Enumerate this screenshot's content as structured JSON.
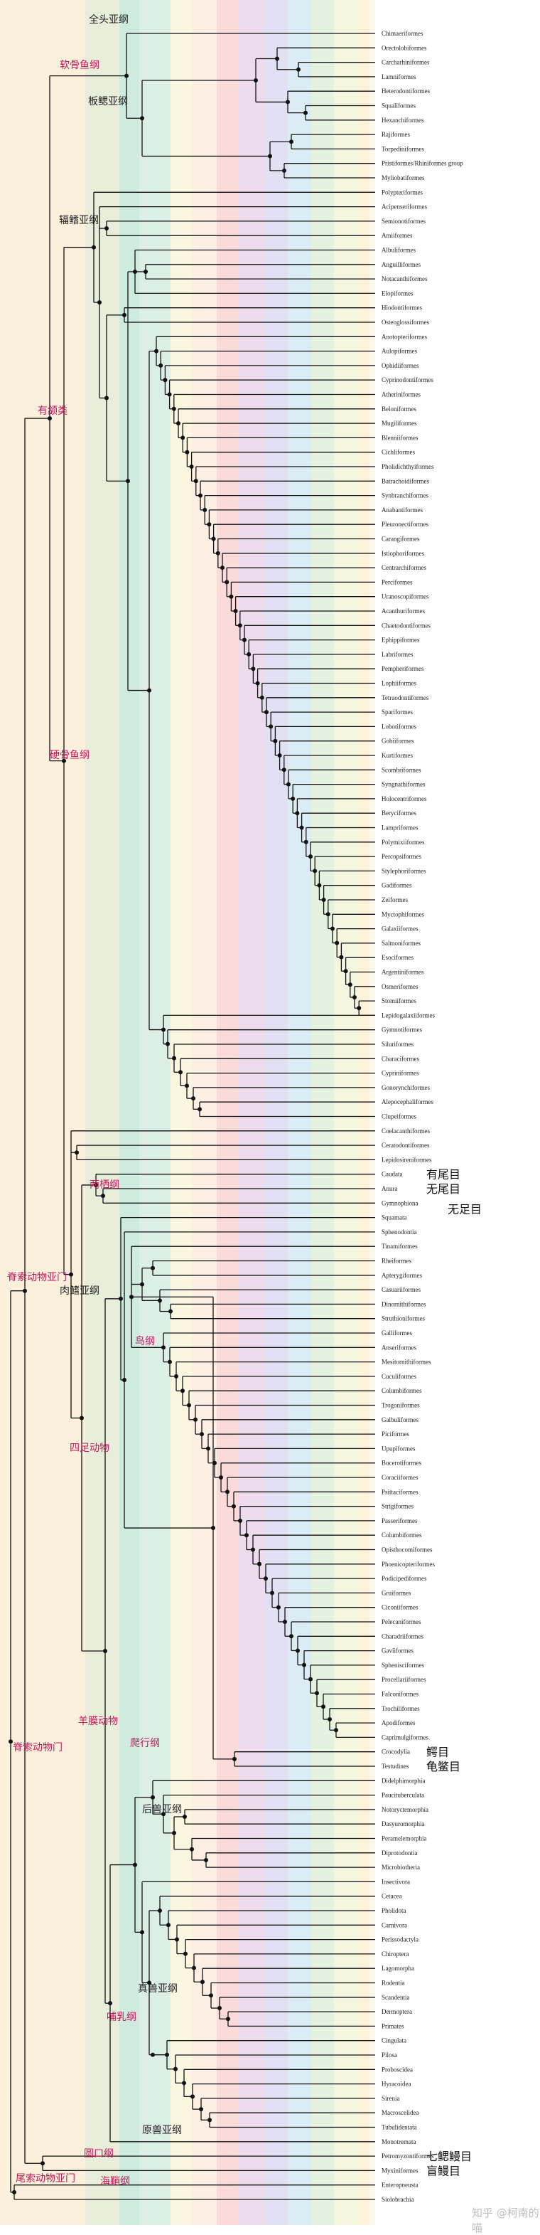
{
  "band_colors": [
    "#fbf0dc",
    "#e9eedb",
    "#cfeadf",
    "#dcefe6",
    "#fbf6e0",
    "#fdefe4",
    "#fbdada",
    "#eddbee",
    "#e1e1f3",
    "#dcecf4",
    "#e4f2df",
    "#f4f6df",
    "#fcf3d8",
    "#fef8ec",
    "#ffffff"
  ],
  "taxa": [
    "Chimaeriformes",
    "Orectolobiformes",
    "Carcharhiniformes",
    "Lamniformes",
    "Heterodontiformes",
    "Squaliformes",
    "Hexanchiformes",
    "Rajiformes",
    "Torpediniformes",
    "Pristiformes/Rhiniformes group",
    "Myliobatiformes",
    "Polypteriformes",
    "Acipenseriformes",
    "Semionotiformes",
    "Amiiformes",
    "Albuliformes",
    "Anguilliformes",
    "Notacanthiformes",
    "Elopiformes",
    "Hiodontiformes",
    "Osteoglossiformes",
    "Anotopteriformes",
    "Aulopiformes",
    "Ophidiiformes",
    "Cyprinodontiformes",
    "Atheriniformes",
    "Beloniformes",
    "Mugiliformes",
    "Blenniiformes",
    "Cichliformes",
    "Pholidichthyiformes",
    "Batrachoidiformes",
    "Synbranchiformes",
    "Anabantiformes",
    "Pleuronectiformes",
    "Carangiformes",
    "Istiophoriformes",
    "Centrarchiformes",
    "Perciformes",
    "Uranoscopiformes",
    "Acanthuriformes",
    "Chaetodontiformes",
    "Ephippiformes",
    "Labriformes",
    "Pempheriformes",
    "Lophiiformes",
    "Tetraodontiformes",
    "Spariformes",
    "Lobotiformes",
    "Gobiiformes",
    "Kurtiformes",
    "Scombriformes",
    "Syngnathiformes",
    "Holocentriformes",
    "Beryciformes",
    "Lampriformes",
    "Polymixiiformes",
    "Percopsiformes",
    "Stylephoriformes",
    "Gadiformes",
    "Zeiformes",
    "Myctophiformes",
    "Galaxiiformes",
    "Salmoniformes",
    "Esociformes",
    "Argentiniformes",
    "Osmeriformes",
    "Stomiiformes",
    "Lepidogalaxiiformes",
    "Gymnotiformes",
    "Siluriformes",
    "Characiformes",
    "Cypriniformes",
    "Gonorynchiformes",
    "Alepocephaliformes",
    "Clupeiformes",
    "Coelacanthiformes",
    "Ceratodontiformes",
    "Lepidosireniformes",
    "Caudata",
    "Anura",
    "Gymnophiona",
    "Squamata",
    "Sphenodontia",
    "Tinamiformes",
    "Rheiformes",
    "Apterygiformes",
    "Casuariiformes",
    "Dinornithiformes",
    "Struthioniformes",
    "Galliformes",
    "Anseriformes",
    "Mesitornithiformes",
    "Cuculiformes",
    "Columbiformes",
    "Trogoniformes",
    "Galbuliformes",
    "Piciformes",
    "Upupiformes",
    "Bucerotiformes",
    "Coraciiformes",
    "Psittaciformes",
    "Strigiformes",
    "Passeriformes",
    "Columbiformes",
    "Opisthocomiformes",
    "Phoenicopteriformes",
    "Podicipediformes",
    "Gruiformes",
    "Ciconiiformes",
    "Pelecaniformes",
    "Charadriiformes",
    "Gaviiformes",
    "Sphenisciformes",
    "Procellariiformes",
    "Falconiformes",
    "Trochiliformes",
    "Apodiformes",
    "Caprimulgiformes",
    "Crocodylia",
    "Testudines",
    "Didelphimorphia",
    "Paucituberculata",
    "Notoryctemorphia",
    "Dasyuromorphia",
    "Peramelemorphia",
    "Diprotodontia",
    "Microbiotheria",
    "Insectivora",
    "Cetacea",
    "Pholidota",
    "Carnivora",
    "Perissodactyla",
    "Chiroptera",
    "Lagomorpha",
    "Rodentia",
    "Scandentia",
    "Dermoptera",
    "Primates",
    "Cingulata",
    "Pilosa",
    "Proboscidea",
    "Hyracoidea",
    "Sirenia",
    "Macroscelidea",
    "Tubulidentata",
    "Monotremata",
    "Petromyzontiformes",
    "Myxiniformes",
    "Enteropneusta",
    "Siolobrachia"
  ],
  "tip_annotations": [
    {
      "taxon": "Caudata",
      "text": "有尾目"
    },
    {
      "taxon": "Anura",
      "text": "无尾目"
    },
    {
      "taxon": "Gymnophiona",
      "text": "无足目"
    },
    {
      "taxon": "Crocodylia",
      "text": "鳄目"
    },
    {
      "taxon": "Testudines",
      "text": "龟鳖目"
    },
    {
      "taxon": "Petromyzontiformes",
      "text": "七鳃鳗目"
    },
    {
      "taxon": "Myxiniformes",
      "text": "盲鳗目"
    }
  ],
  "clade_labels": [
    {
      "text": "全头亚纲",
      "color": "#222222"
    },
    {
      "text": "软骨鱼纲",
      "color": "#c2185b"
    },
    {
      "text": "板鳃亚纲",
      "color": "#222222"
    },
    {
      "text": "辐鳍亚纲",
      "color": "#222222"
    },
    {
      "text": "有颌类",
      "color": "#c2185b"
    },
    {
      "text": "硬骨鱼纲",
      "color": "#c2185b"
    },
    {
      "text": "两栖纲",
      "color": "#c2185b"
    },
    {
      "text": "脊索动物亚门",
      "color": "#c2185b"
    },
    {
      "text": "肉鳍亚纲",
      "color": "#222222"
    },
    {
      "text": "鸟纲",
      "color": "#c2185b"
    },
    {
      "text": "四足动物",
      "color": "#c2185b"
    },
    {
      "text": "脊索动物门",
      "color": "#c2185b"
    },
    {
      "text": "羊膜动物",
      "color": "#c2185b"
    },
    {
      "text": "爬行纲",
      "color": "#c2185b"
    },
    {
      "text": "后兽亚纲",
      "color": "#222222"
    },
    {
      "text": "真兽亚纲",
      "color": "#222222"
    },
    {
      "text": "哺乳纲",
      "color": "#c2185b"
    },
    {
      "text": "原兽亚纲",
      "color": "#222222"
    },
    {
      "text": "圆口纲",
      "color": "#c2185b"
    },
    {
      "text": "尾索动物亚门",
      "color": "#c2185b"
    },
    {
      "text": "海鞘纲",
      "color": "#c2185b"
    }
  ],
  "watermark": "知乎 @柯南的喵"
}
